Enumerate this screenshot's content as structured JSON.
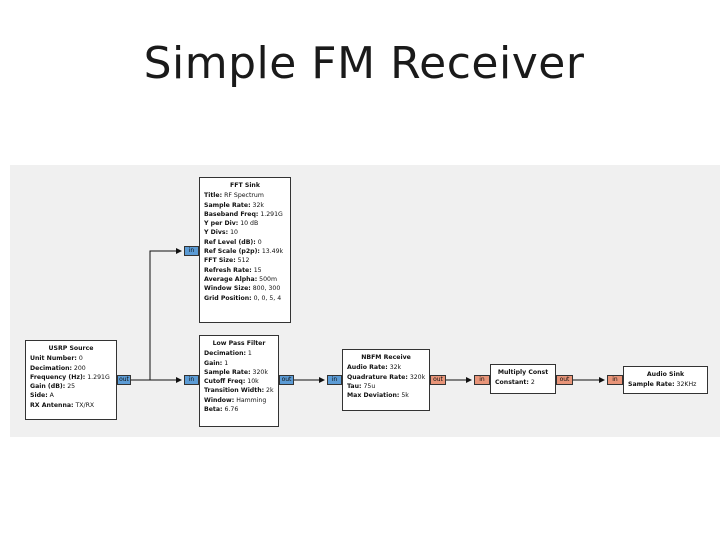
{
  "title": "Simple FM Receiver",
  "blocks": {
    "usrp": {
      "name": "USRP Source",
      "rows": [
        {
          "k": "Unit Number:",
          "v": "0"
        },
        {
          "k": "Decimation:",
          "v": "200"
        },
        {
          "k": "Frequency (Hz):",
          "v": "1.291G"
        },
        {
          "k": "Gain (dB):",
          "v": "25"
        },
        {
          "k": "Side:",
          "v": "A"
        },
        {
          "k": "RX Antenna:",
          "v": "TX/RX"
        }
      ]
    },
    "fft": {
      "name": "FFT Sink",
      "rows": [
        {
          "k": "Title:",
          "v": "RF Spectrum"
        },
        {
          "k": "Sample Rate:",
          "v": "32k"
        },
        {
          "k": "Baseband Freq:",
          "v": "1.291G"
        },
        {
          "k": "Y per Div:",
          "v": "10 dB"
        },
        {
          "k": "Y Divs:",
          "v": "10"
        },
        {
          "k": "Ref Level (dB):",
          "v": "0"
        },
        {
          "k": "Ref Scale (p2p):",
          "v": "13.49k"
        },
        {
          "k": "FFT Size:",
          "v": "512"
        },
        {
          "k": "Refresh Rate:",
          "v": "15"
        },
        {
          "k": "Average Alpha:",
          "v": "500m"
        },
        {
          "k": "Window Size:",
          "v": "800, 300"
        },
        {
          "k": "Grid Position:",
          "v": "0, 0, 5, 4"
        }
      ]
    },
    "lpf": {
      "name": "Low Pass Filter",
      "rows": [
        {
          "k": "Decimation:",
          "v": "1"
        },
        {
          "k": "Gain:",
          "v": "1"
        },
        {
          "k": "Sample Rate:",
          "v": "320k"
        },
        {
          "k": "Cutoff Freq:",
          "v": "10k"
        },
        {
          "k": "Transition Width:",
          "v": "2k"
        },
        {
          "k": "Window:",
          "v": "Hamming"
        },
        {
          "k": "Beta:",
          "v": "6.76"
        }
      ]
    },
    "nbfm": {
      "name": "NBFM Receive",
      "rows": [
        {
          "k": "Audio Rate:",
          "v": "32k"
        },
        {
          "k": "Quadrature Rate:",
          "v": "320k"
        },
        {
          "k": "Tau:",
          "v": "75u"
        },
        {
          "k": "Max Deviation:",
          "v": "5k"
        }
      ]
    },
    "mult": {
      "name": "Multiply Const",
      "rows": [
        {
          "k": "Constant:",
          "v": "2"
        }
      ]
    },
    "sink": {
      "name": "Audio Sink",
      "rows": [
        {
          "k": "Sample Rate:",
          "v": "32KHz"
        }
      ]
    }
  },
  "ports": {
    "in": "in",
    "out": "out"
  },
  "colors": {
    "complex_port": "#5b9bd5",
    "float_port": "#e89478",
    "canvas": "#f0f0f0"
  }
}
